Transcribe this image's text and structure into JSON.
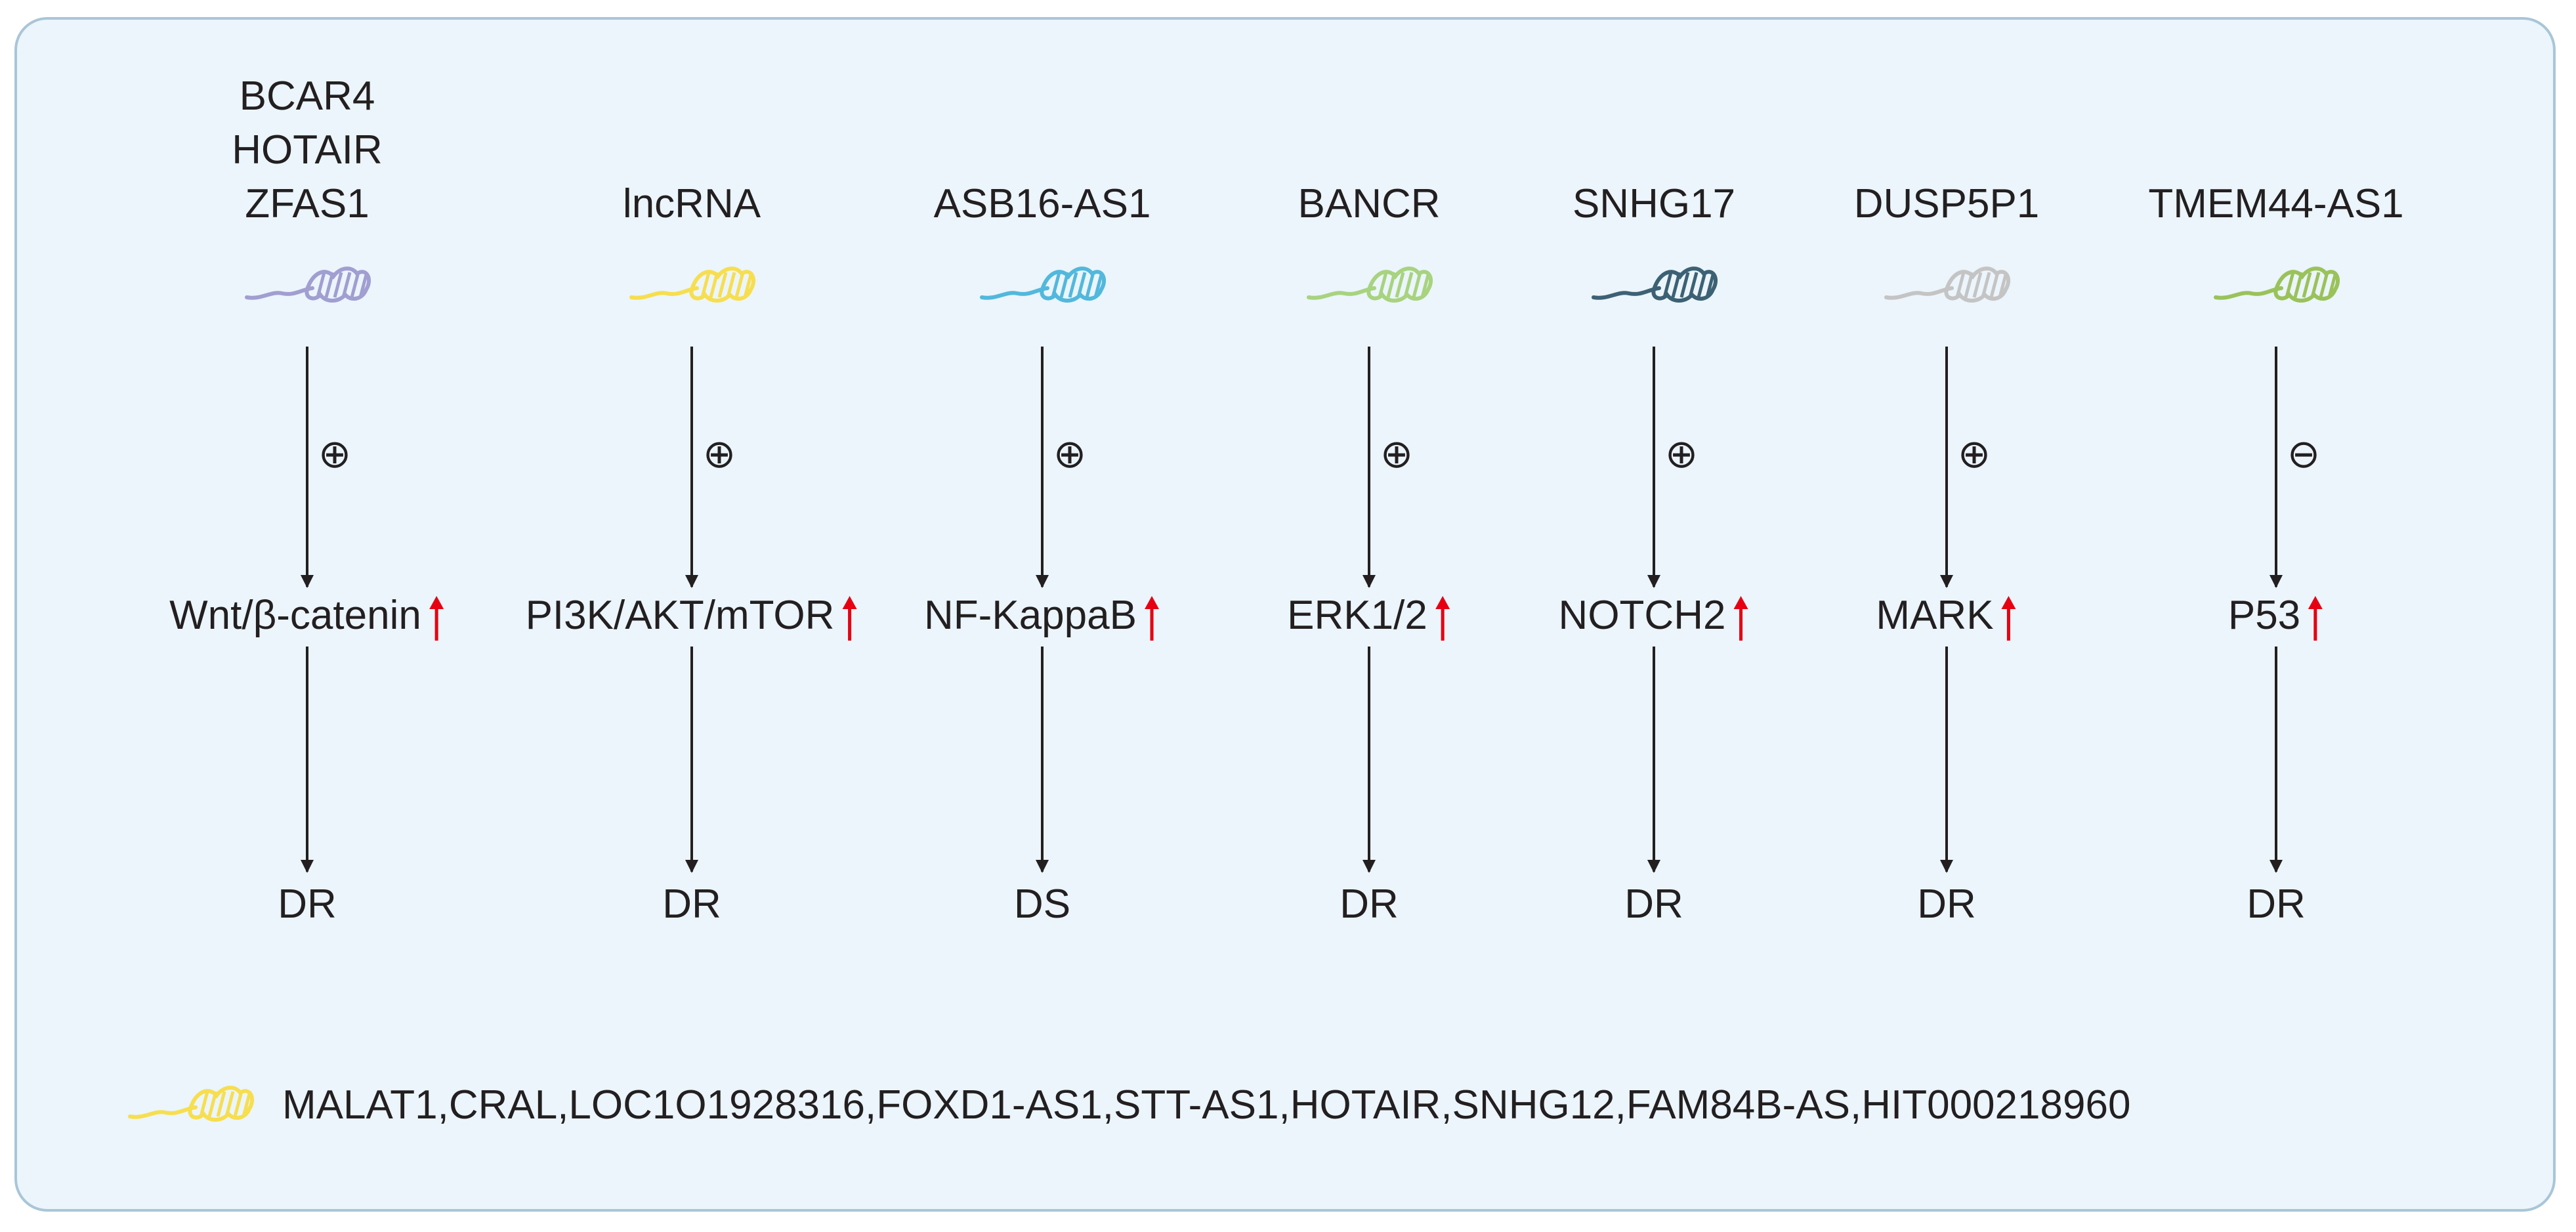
{
  "colors": {
    "panel_bg": "#ebf5fb",
    "panel_border": "#a9c6d8",
    "arrow": "#231f20",
    "up_arrow": "#e60012"
  },
  "columns": [
    {
      "lncrna": [
        "BCAR4",
        "HOTAIR",
        "ZFAS1"
      ],
      "rna_color": "#a19ed1",
      "sign": "⊕",
      "pathway": "Wnt/β-catenin",
      "outcome": "DR"
    },
    {
      "lncrna": [
        "lncRNA"
      ],
      "rna_color": "#f7de4f",
      "sign": "⊕",
      "pathway": "PI3K/AKT/mTOR",
      "outcome": "DR"
    },
    {
      "lncrna": [
        "ASB16-AS1"
      ],
      "rna_color": "#52b8dc",
      "sign": "⊕",
      "pathway": "NF-KappaB",
      "outcome": "DS"
    },
    {
      "lncrna": [
        "BANCR"
      ],
      "rna_color": "#a8d37f",
      "sign": "⊕",
      "pathway": "ERK1/2",
      "outcome": "DR"
    },
    {
      "lncrna": [
        "SNHG17"
      ],
      "rna_color": "#3d6174",
      "sign": "⊕",
      "pathway": "NOTCH2",
      "outcome": "DR"
    },
    {
      "lncrna": [
        "DUSP5P1"
      ],
      "rna_color": "#c4c4c4",
      "sign": "⊕",
      "pathway": "MARK",
      "outcome": "DR"
    },
    {
      "lncrna": [
        "TMEM44-AS1"
      ],
      "rna_color": "#9ac25a",
      "sign": "⊖",
      "pathway": "P53",
      "outcome": "DR"
    }
  ],
  "legend": {
    "rna_color": "#f7de4f",
    "text": "MALAT1,CRAL,LOC1O1928316,FOXD1-AS1,STT-AS1,HOTAIR,SNHG12,FAM84B-AS,HIT000218960"
  }
}
